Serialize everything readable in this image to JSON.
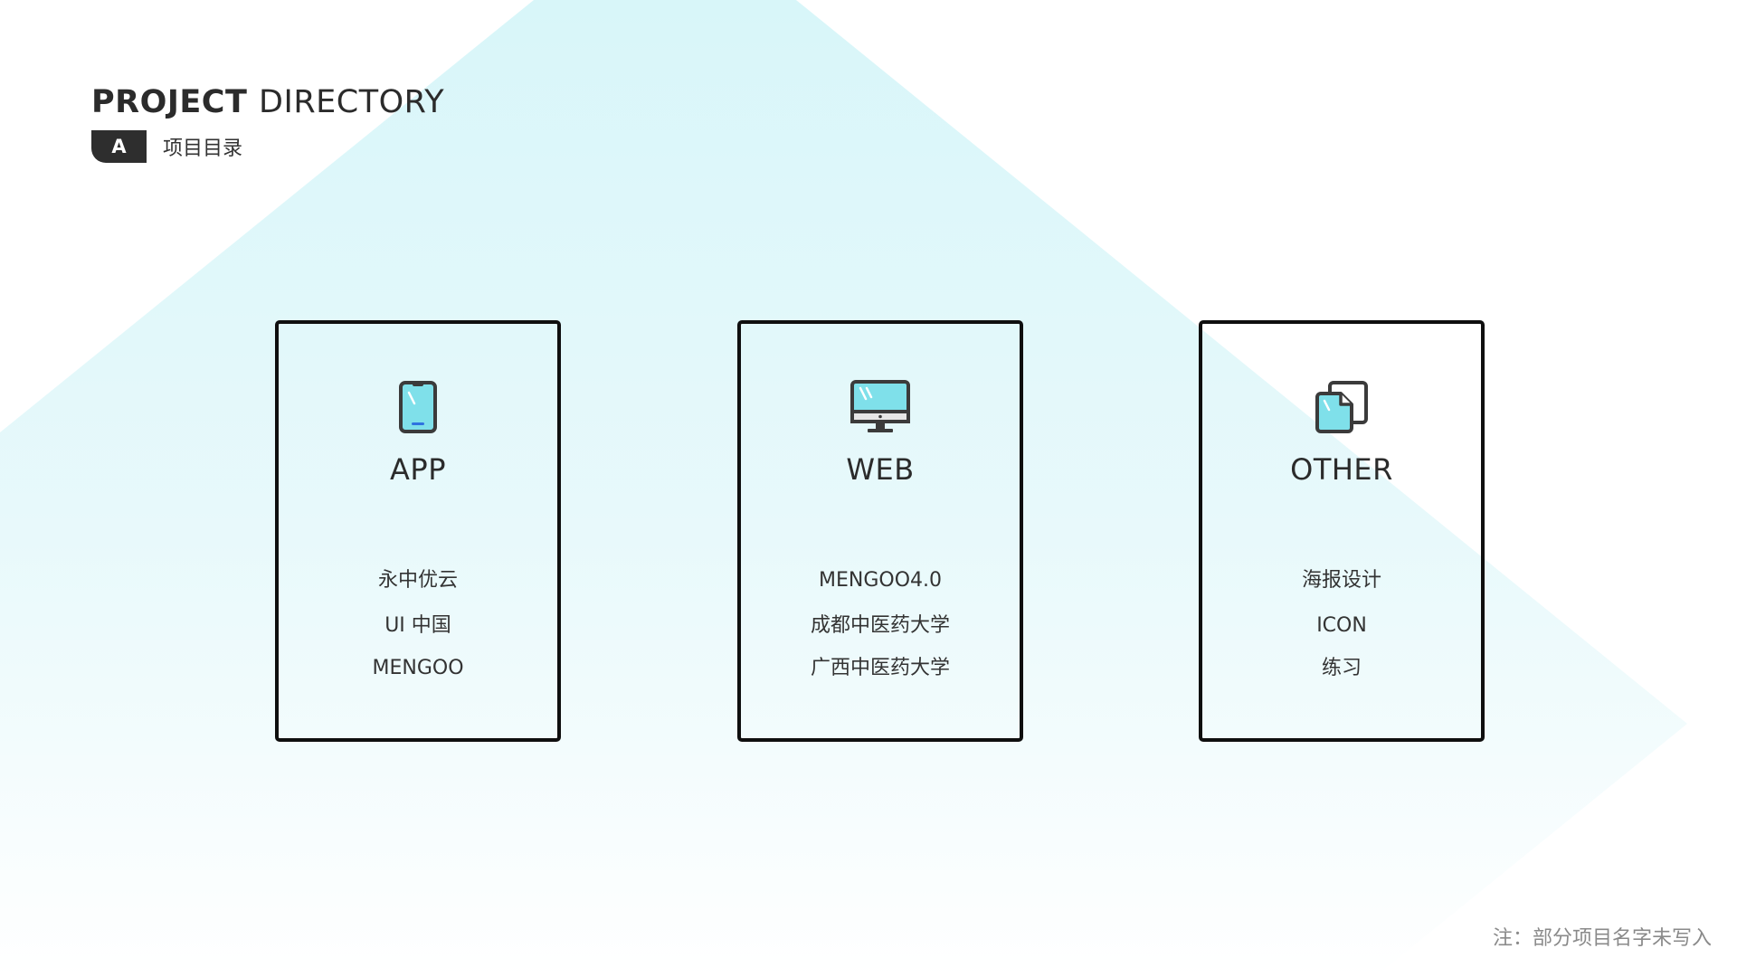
{
  "header": {
    "title_bold": "PROJECT",
    "title_light": "DIRECTORY",
    "badge": "A",
    "subtitle": "项目目录"
  },
  "cards": [
    {
      "icon": "smartphone-icon",
      "title": "APP",
      "items": [
        "永中优云",
        "UI 中国",
        "MENGOO"
      ]
    },
    {
      "icon": "desktop-monitor-icon",
      "title": "WEB",
      "items": [
        "MENGOO4.0",
        "成都中医药大学",
        "广西中医药大学"
      ]
    },
    {
      "icon": "copy-documents-icon",
      "title": "OTHER",
      "items": [
        "海报设计",
        "ICON",
        "练习"
      ]
    }
  ],
  "note": "注：部分项目名字未写入",
  "colors": {
    "accent_cyan": "#7fe0ea",
    "background_tint": "#dff7f9",
    "dark": "#2e2e2e",
    "border": "#0f0f0f",
    "note_gray": "#8a8a8a"
  }
}
